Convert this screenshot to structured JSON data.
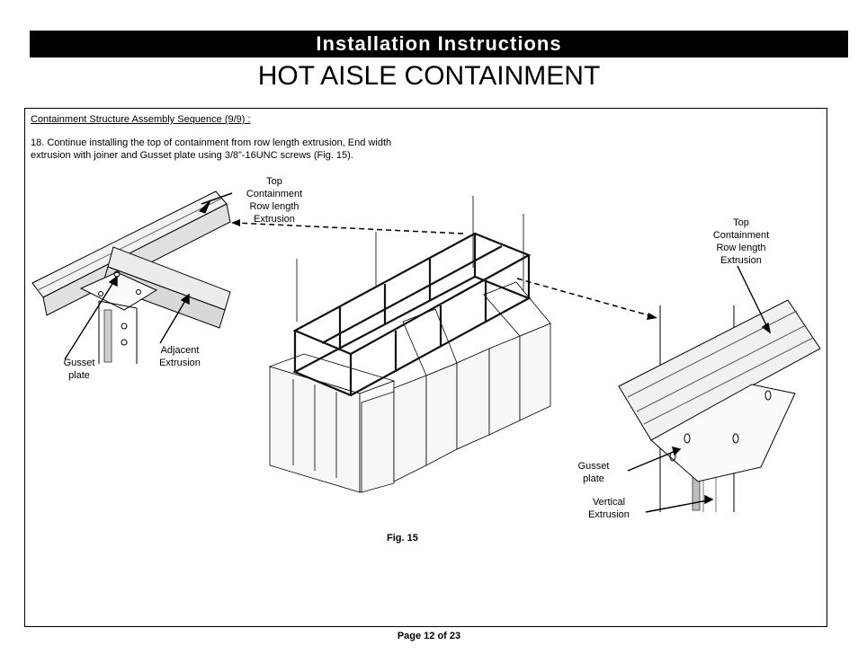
{
  "header": {
    "banner": "Installation Instructions",
    "title": "HOT AISLE CONTAINMENT"
  },
  "section": {
    "heading": "Containment Structure Assembly Sequence (9/9) :",
    "step_text": "18.  Continue installing the top of containment from row length extrusion, End width extrusion with joiner and Gusset plate using 3/8”-16UNC screws (Fig. 15)."
  },
  "labels": {
    "top_left": [
      "Top",
      "Containment",
      "Row length",
      "Extrusion"
    ],
    "top_right": [
      "Top",
      "Containment",
      "Row length",
      "Extrusion"
    ],
    "gusset_left": [
      "Gusset",
      "plate"
    ],
    "adjacent": [
      "Adjacent",
      "Extrusion"
    ],
    "gusset_right": [
      "Gusset",
      "plate"
    ],
    "vertical": [
      "Vertical",
      "Extrusion"
    ]
  },
  "figure": {
    "caption": "Fig. 15"
  },
  "footer": {
    "page": "Page 12 of 23"
  }
}
